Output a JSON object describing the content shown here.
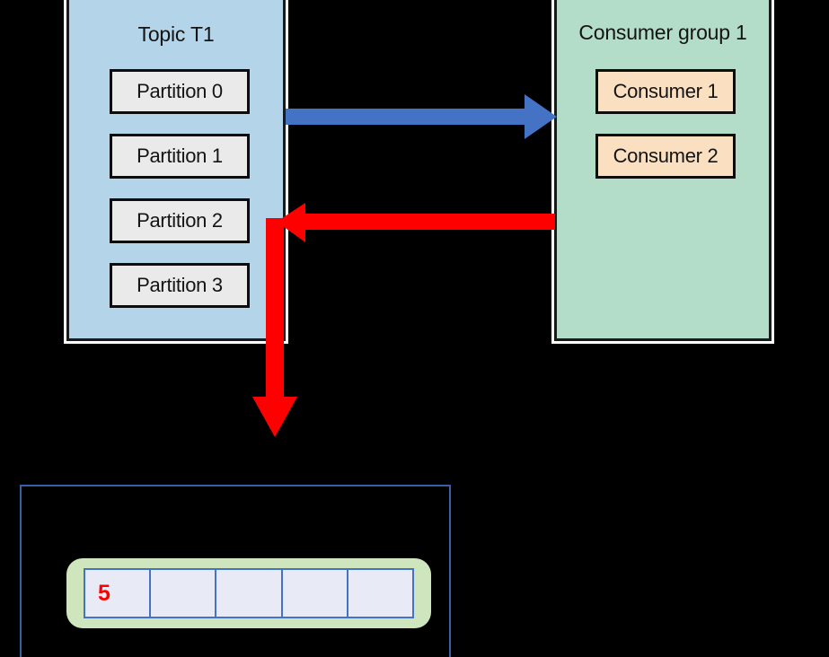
{
  "diagram": {
    "title_topic": "Topic T1",
    "title_group": "Consumer group 1",
    "partitions": [
      {
        "label": "Partition 0"
      },
      {
        "label": "Partition 1"
      },
      {
        "label": "Partition 2"
      },
      {
        "label": "Partition 3"
      }
    ],
    "consumers": [
      {
        "label": "Consumer 1"
      },
      {
        "label": "Consumer 2"
      }
    ],
    "arrows": [
      {
        "name": "topic-to-group-arrow",
        "color": "#4472c4",
        "direction": "right"
      },
      {
        "name": "group-to-topic-arrow",
        "color": "#ff0000",
        "direction": "left"
      },
      {
        "name": "topic-to-offset-arrow",
        "color": "#ff0000",
        "direction": "down"
      }
    ],
    "offset_panel": {
      "cells": [
        {
          "value": "5"
        },
        {
          "value": ""
        },
        {
          "value": ""
        },
        {
          "value": ""
        },
        {
          "value": ""
        }
      ]
    },
    "colors": {
      "topic_fill": "#b4d4ea",
      "group_fill": "#b3ddc8",
      "partition_fill": "#eaeaea",
      "consumer_fill": "#fae0c0",
      "arrow_blue": "#4472c4",
      "arrow_red": "#ff0000",
      "panel_border": "#3b5fa4",
      "log_bar_fill": "#cfe5bd",
      "cell_fill": "#e8ebf6",
      "cell_border": "#4472c4",
      "offset_text": "#ff0000",
      "background": "#000000"
    }
  }
}
